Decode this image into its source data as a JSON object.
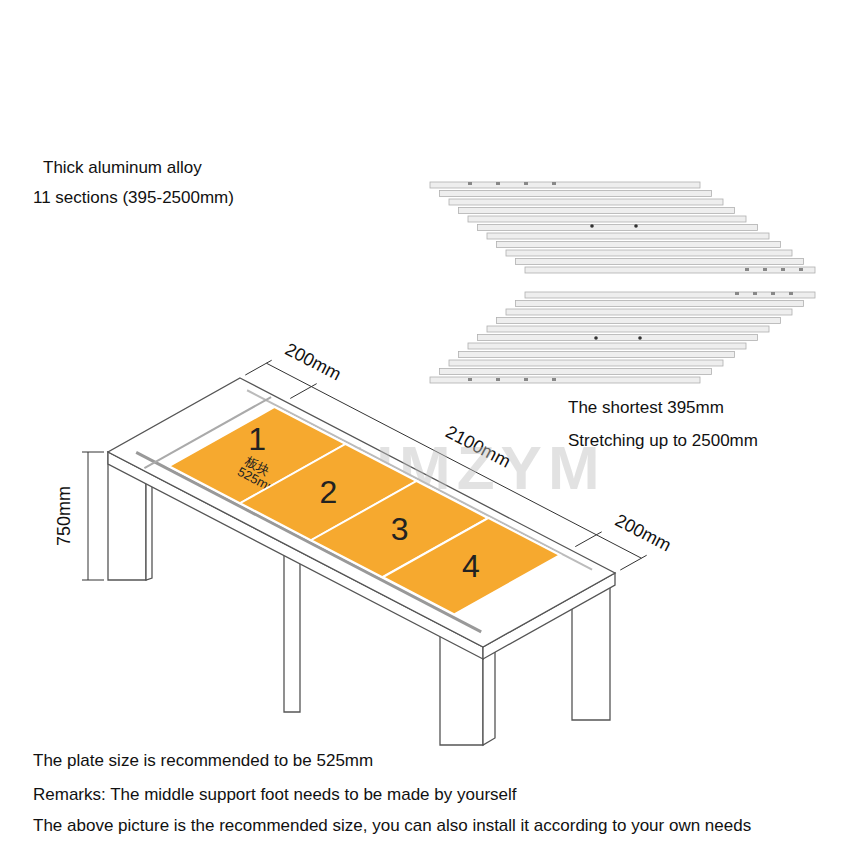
{
  "diagram": {
    "nodes": [
      {
        "text": [
          "1",
          "板块",
          "525mm"
        ]
      },
      {
        "text": [
          "2"
        ]
      },
      {
        "text": [
          "3"
        ]
      },
      {
        "text": [
          "4"
        ]
      }
    ],
    "labels": [
      "Thick aluminum alloy",
      "11 sections (395-2500mm)",
      "The shortest 395mm",
      "Stretching up to 2500mm",
      "200mm",
      "2100mm",
      "200mm",
      "750mm",
      "ZUMZYM",
      "The plate size is recommended to be 525mm",
      "Remarks: The middle support foot needs to be made by yourself",
      "The above picture is the recommended size, you can also install it according to your own needs"
    ]
  }
}
